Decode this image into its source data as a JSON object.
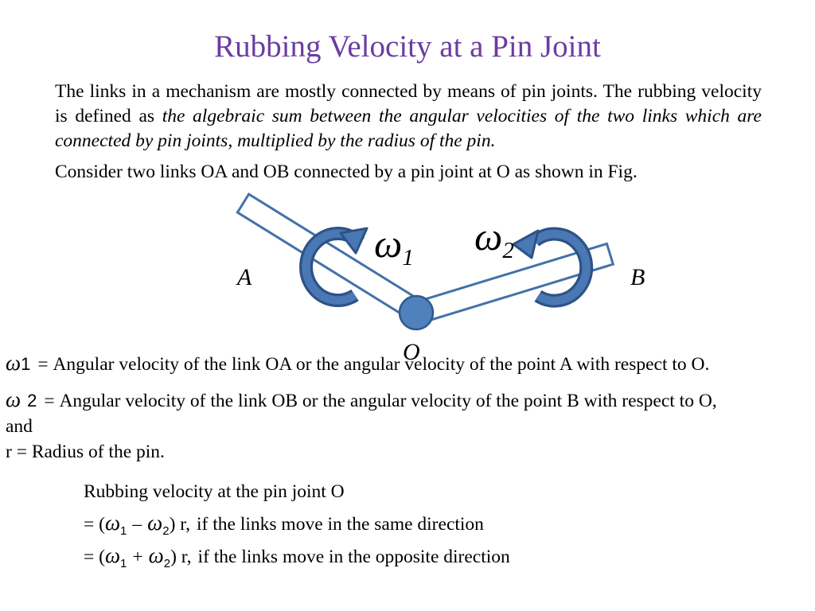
{
  "colors": {
    "title": "#6b3ca0",
    "link_stroke": "#4472a8",
    "link_fill": "#ffffff",
    "pin_fill": "#4f81bd",
    "pin_stroke": "#2f5a8c",
    "arrow_fill": "#4a78b4",
    "arrow_outline": "#2d5385"
  },
  "slide": {
    "title": "Rubbing Velocity at a Pin Joint",
    "intro_roman": "The links in a mechanism are mostly connected by means of pin joints. The rubbing velocity is defined as ",
    "intro_italic": "the algebraic sum between the angular velocities of the two links which are connected by pin joints, multiplied by the radius of the pin.",
    "consider": "Consider two links OA and OB connected by a pin joint at O as shown in Fig."
  },
  "figure": {
    "omega": "ω",
    "omega1_sub": "1",
    "omega2_sub": "2",
    "label_a": "A",
    "label_b": "B",
    "label_o": "O"
  },
  "definitions": {
    "w1_sym": "ω",
    "w1_num": "1",
    "w1_text": "= Angular velocity of the link OA or the angular velocity of the point A with respect to O.",
    "w2_sym": "ω",
    "w2_num": "2",
    "w2_text": "= Angular velocity of the link OB or the angular velocity of the point B with respect to O,",
    "and": "and",
    "r_text": "r = Radius of the pin."
  },
  "formulas": {
    "heading": "Rubbing velocity at the pin joint O",
    "same": {
      "open": "= (",
      "sym": "ω",
      "sub1": "1",
      "op": "–",
      "sub2": "2",
      "close": ") r,",
      "rest": "if the links move in the same direction"
    },
    "opposite": {
      "open": "= (",
      "sym": "ω",
      "sub1": "1",
      "op": "+",
      "sub2": "2",
      "close": ") r,",
      "rest": "if the links move in the opposite direction"
    }
  }
}
